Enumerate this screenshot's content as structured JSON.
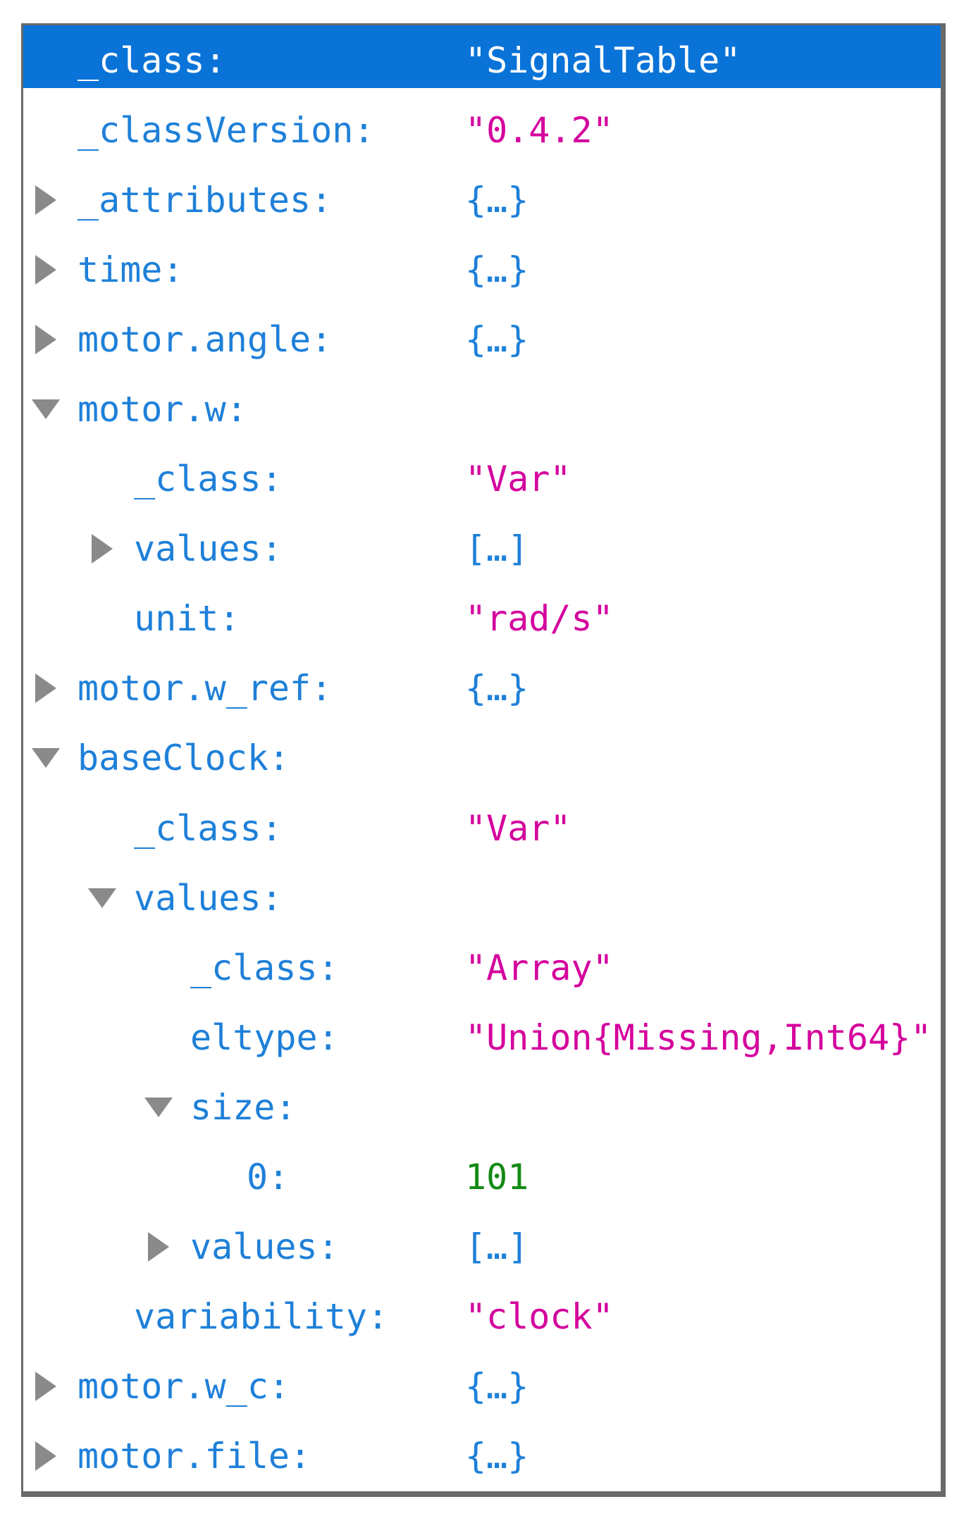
{
  "colors": {
    "selection-bg": "#0a73d8",
    "selection-text": "#ffffff",
    "key-blue": "#1e80d9",
    "string-magenta": "#d4009d",
    "number-green": "#148a14",
    "summary-blue": "#1e80d9",
    "arrow-gray": "#8a8a8a",
    "border-gray": "#696969",
    "panel-bg": "#ffffff"
  },
  "tree": {
    "rows": [
      {
        "label": "_class:",
        "value": "\"SignalTable\"",
        "type": "string",
        "level": 0,
        "arrow": "none",
        "selected": true
      },
      {
        "label": "_classVersion:",
        "value": "\"0.4.2\"",
        "type": "string",
        "level": 0,
        "arrow": "none",
        "selected": false
      },
      {
        "label": "_attributes:",
        "value": "{…}",
        "type": "summary",
        "level": 0,
        "arrow": "collapsed",
        "selected": false
      },
      {
        "label": "time:",
        "value": "{…}",
        "type": "summary",
        "level": 0,
        "arrow": "collapsed",
        "selected": false
      },
      {
        "label": "motor.angle:",
        "value": "{…}",
        "type": "summary",
        "level": 0,
        "arrow": "collapsed",
        "selected": false
      },
      {
        "label": "motor.w:",
        "value": "",
        "type": "none",
        "level": 0,
        "arrow": "expanded",
        "selected": false
      },
      {
        "label": "_class:",
        "value": "\"Var\"",
        "type": "string",
        "level": 1,
        "arrow": "none",
        "selected": false
      },
      {
        "label": "values:",
        "value": "[…]",
        "type": "summary",
        "level": 1,
        "arrow": "collapsed",
        "selected": false
      },
      {
        "label": "unit:",
        "value": "\"rad/s\"",
        "type": "string",
        "level": 1,
        "arrow": "none",
        "selected": false
      },
      {
        "label": "motor.w_ref:",
        "value": "{…}",
        "type": "summary",
        "level": 0,
        "arrow": "collapsed",
        "selected": false
      },
      {
        "label": "baseClock:",
        "value": "",
        "type": "none",
        "level": 0,
        "arrow": "expanded",
        "selected": false
      },
      {
        "label": "_class:",
        "value": "\"Var\"",
        "type": "string",
        "level": 1,
        "arrow": "none",
        "selected": false
      },
      {
        "label": "values:",
        "value": "",
        "type": "none",
        "level": 1,
        "arrow": "expanded",
        "selected": false
      },
      {
        "label": "_class:",
        "value": "\"Array\"",
        "type": "string",
        "level": 2,
        "arrow": "none",
        "selected": false
      },
      {
        "label": "eltype:",
        "value": "\"Union{Missing,Int64}\"",
        "type": "string",
        "level": 2,
        "arrow": "none",
        "selected": false
      },
      {
        "label": "size:",
        "value": "",
        "type": "none",
        "level": 2,
        "arrow": "expanded",
        "selected": false
      },
      {
        "label": "0:",
        "value": "101",
        "type": "number",
        "level": 3,
        "arrow": "none",
        "selected": false
      },
      {
        "label": "values:",
        "value": "[…]",
        "type": "summary",
        "level": 2,
        "arrow": "collapsed",
        "selected": false
      },
      {
        "label": "variability:",
        "value": "\"clock\"",
        "type": "string",
        "level": 1,
        "arrow": "none",
        "selected": false
      },
      {
        "label": "motor.w_c:",
        "value": "{…}",
        "type": "summary",
        "level": 0,
        "arrow": "collapsed",
        "selected": false
      },
      {
        "label": "motor.file:",
        "value": "{…}",
        "type": "summary",
        "level": 0,
        "arrow": "collapsed",
        "selected": false
      }
    ]
  }
}
